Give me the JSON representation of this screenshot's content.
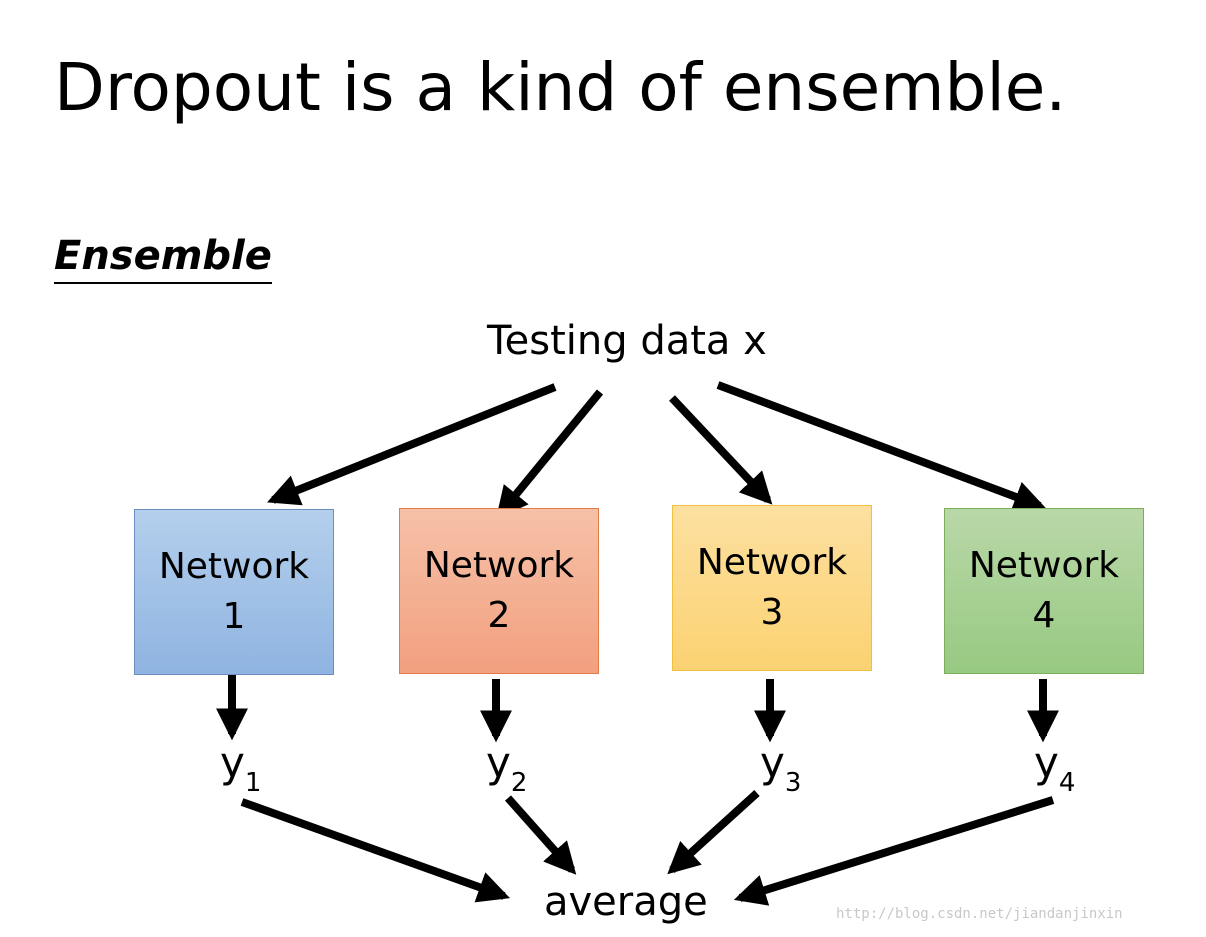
{
  "title": "Dropout is a kind of ensemble.",
  "subtitle": "Ensemble",
  "input": "Testing data x",
  "networks": [
    {
      "line1": "Network",
      "line2": "1",
      "fill": "#9dbfe6"
    },
    {
      "line1": "Network",
      "line2": "2",
      "fill": "#f4ae91"
    },
    {
      "line1": "Network",
      "line2": "3",
      "fill": "#fcd888"
    },
    {
      "line1": "Network",
      "line2": "4",
      "fill": "#a8d092"
    }
  ],
  "outputs": [
    {
      "var": "y",
      "sub": "1"
    },
    {
      "var": "y",
      "sub": "2"
    },
    {
      "var": "y",
      "sub": "3"
    },
    {
      "var": "y",
      "sub": "4"
    }
  ],
  "aggregate": "average",
  "watermark": "http://blog.csdn.net/jiandanjinxin",
  "arrow_color": "#000000"
}
